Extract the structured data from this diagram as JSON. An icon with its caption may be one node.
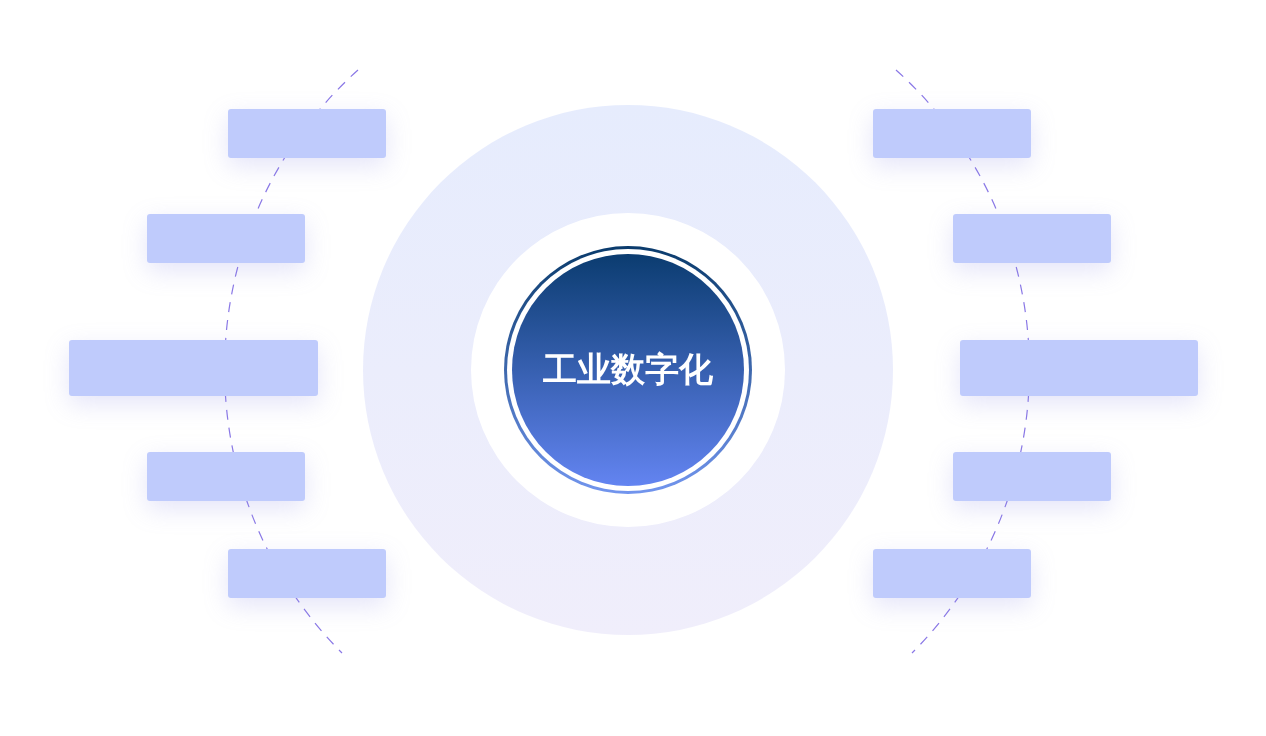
{
  "diagram": {
    "nodes": [
      {
        "text": [
          "工业数字化"
        ]
      },
      {
        "text": [],
        "shape": "box"
      },
      {
        "text": [],
        "shape": "box"
      },
      {
        "text": [],
        "shape": "box"
      },
      {
        "text": [],
        "shape": "box"
      },
      {
        "text": [],
        "shape": "box"
      },
      {
        "text": [],
        "shape": "box"
      },
      {
        "text": [],
        "shape": "box"
      },
      {
        "text": [],
        "shape": "box"
      },
      {
        "text": [],
        "shape": "box"
      },
      {
        "text": [],
        "shape": "box"
      }
    ]
  }
}
